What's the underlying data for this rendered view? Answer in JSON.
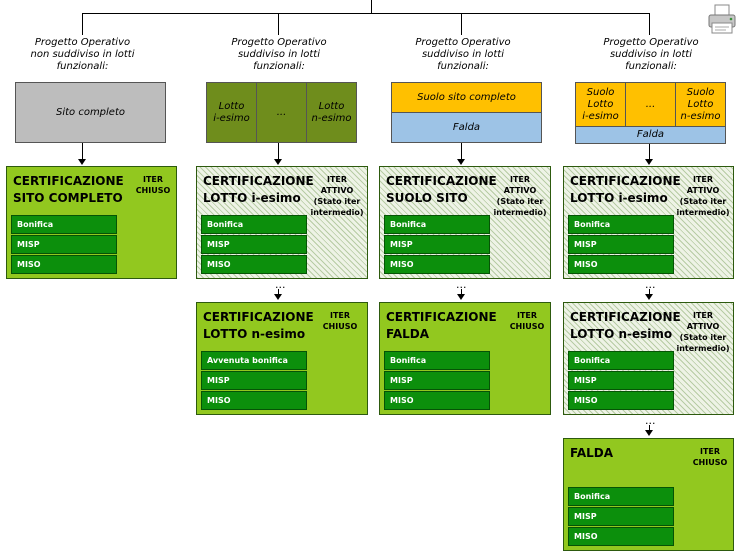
{
  "columns": [
    {
      "header": "Progetto Operativo\nnon suddiviso in lotti\nfunzionali:",
      "diagram": {
        "single": "Sito completo"
      },
      "certs": [
        {
          "title": "CERTIFICAZIONE\nSITO COMPLETO",
          "iter": "ITER\nCHIUSO",
          "options": [
            "Bonifica",
            "MISP",
            "MISO"
          ]
        }
      ]
    },
    {
      "header": "Progetto Operativo\nsuddiviso in lotti\nfunzionali:",
      "diagram": {
        "lots": [
          "Lotto\ni-esimo",
          "...",
          "Lotto\nn-esimo"
        ]
      },
      "certs": [
        {
          "title": "CERTIFICAZIONE\nLOTTO i-esimo",
          "iter": "ITER\nATTIVO\n(Stato iter\nintermedio)",
          "options": [
            "Bonifica",
            "MISP",
            "MISO"
          ]
        },
        {
          "title": "CERTIFICAZIONE\nLOTTO n-esimo",
          "iter": "ITER\nCHIUSO",
          "options": [
            "Avvenuta bonifica",
            "MISP",
            "MISO"
          ]
        }
      ]
    },
    {
      "header": "Progetto Operativo\nsuddiviso in lotti\nfunzionali:",
      "diagram": {
        "top": "Suolo sito completo",
        "bottom": "Falda"
      },
      "certs": [
        {
          "title": "CERTIFICAZIONE\nSUOLO SITO",
          "iter": "ITER\nATTIVO\n(Stato iter\nintermedio)",
          "options": [
            "Bonifica",
            "MISP",
            "MISO"
          ]
        },
        {
          "title": "CERTIFICAZIONE\nFALDA",
          "iter": "ITER\nCHIUSO",
          "options": [
            "Bonifica",
            "MISP",
            "MISO"
          ]
        }
      ]
    },
    {
      "header": "Progetto Operativo\nsuddiviso in lotti\nfunzionali:",
      "diagram": {
        "lots": [
          "Suolo\nLotto\ni-esimo",
          "...",
          "Suolo\nLotto\nn-esimo"
        ],
        "bottom": "Falda"
      },
      "certs": [
        {
          "title": "CERTIFICAZIONE\nLOTTO i-esimo",
          "iter": "ITER\nATTIVO\n(Stato iter\nintermedio)",
          "options": [
            "Bonifica",
            "MISP",
            "MISO"
          ]
        },
        {
          "title": "CERTIFICAZIONE\nLOTTO n-esimo",
          "iter": "ITER\nATTIVO\n(Stato iter\nintermedio)",
          "options": [
            "Bonifica",
            "MISP",
            "MISO"
          ]
        },
        {
          "title": "FALDA",
          "iter": "ITER\nCHIUSO",
          "options": [
            "Bonifica",
            "MISP",
            "MISO"
          ]
        }
      ]
    }
  ],
  "ellipsis": "...",
  "colors": {
    "solid_green": "#92c81f",
    "option_green": "#0c8f0c",
    "olive": "#6f8d1c",
    "yellow": "#ffc000",
    "blue": "#9dc3e6",
    "grey": "#bdbdbd"
  },
  "icons": {
    "print": "printer-icon"
  }
}
